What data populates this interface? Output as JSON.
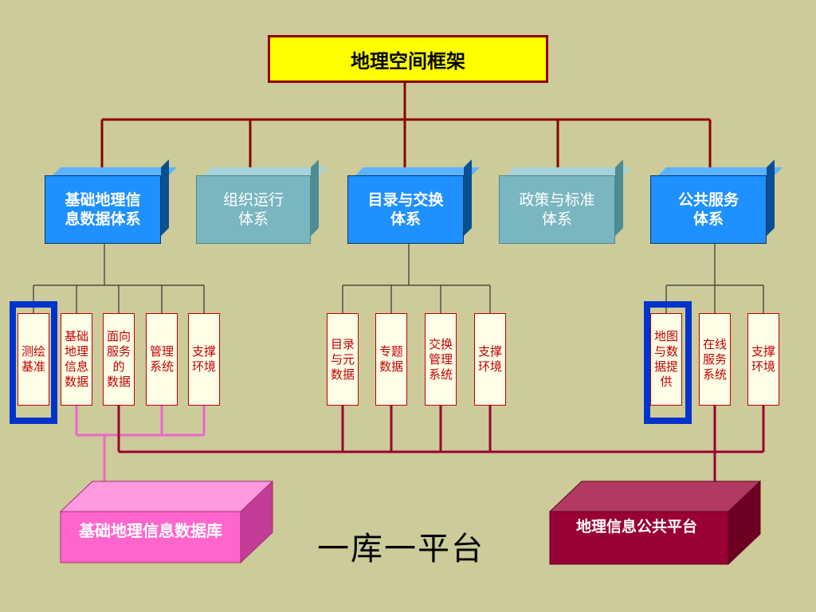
{
  "root": "地理空间框架",
  "systems": [
    {
      "label": "基础地理信\n息数据体系"
    },
    {
      "label": "组织运行\n体系"
    },
    {
      "label": "目录与交换\n体系"
    },
    {
      "label": "政策与标准\n体系"
    },
    {
      "label": "公共服务\n体系"
    }
  ],
  "leaves": [
    {
      "label": "测绘\n基准"
    },
    {
      "label": "基础\n地理\n信息\n数据"
    },
    {
      "label": "面向\n服务的\n数据"
    },
    {
      "label": "管理\n系统"
    },
    {
      "label": "支撑\n环境"
    },
    {
      "label": "目录\n与元\n数据"
    },
    {
      "label": "专题\n数据"
    },
    {
      "label": "交换\n管理\n系统"
    },
    {
      "label": "支撑\n环境"
    },
    {
      "label": "地图\n与数\n据提\n供"
    },
    {
      "label": "在线\n服务\n系统"
    },
    {
      "label": "支撑\n环境"
    }
  ],
  "database": "基础地理信息数据库",
  "platform": "地理信息公共平台",
  "slogan": "一库一平台",
  "colors": {
    "background": "#CCCB99",
    "root_fill": "#FFFF00",
    "dark_red": "#8B0000",
    "blue_box": "#1E90FF",
    "teal_box": "#7AB6C0",
    "highlight_blue": "#0033CC",
    "pink_box": "#FF66CC",
    "maroon_box": "#990033"
  }
}
